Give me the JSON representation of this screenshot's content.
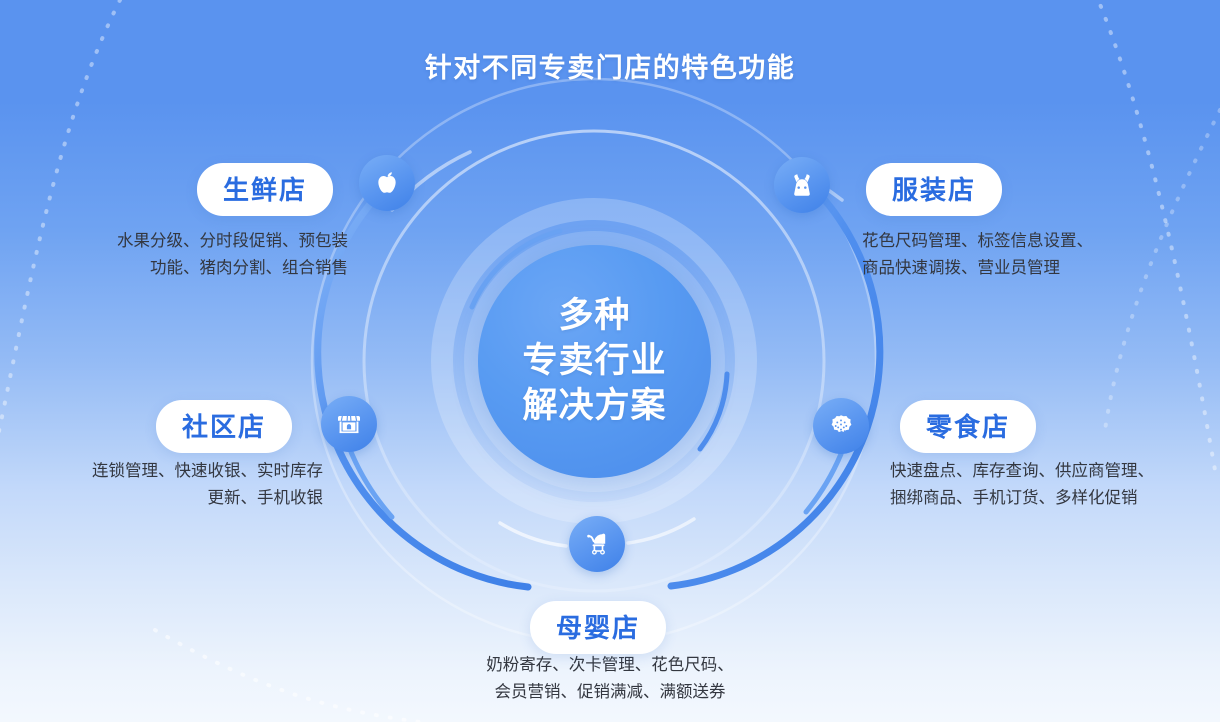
{
  "page": {
    "title": "针对不同专卖门店的特色功能",
    "accent_blue": "#2a6ce0",
    "bubble_blue": "#5a96f0",
    "bg_top": "#5a93ef",
    "bg_bottom": "#f3f8fe",
    "desc_color": "#333740"
  },
  "center": {
    "line1": "多种",
    "line2": "专卖行业",
    "line3": "解决方案"
  },
  "nodes": [
    {
      "id": "fresh",
      "icon": "apple-icon",
      "label": "生鲜店",
      "desc_line1": "水果分级、分时段促销、预包装",
      "desc_line2": "功能、猪肉分割、组合销售"
    },
    {
      "id": "clothing",
      "icon": "dress-icon",
      "label": "服装店",
      "desc_line1": "花色尺码管理、标签信息设置、",
      "desc_line2": "商品快速调拨、营业员管理"
    },
    {
      "id": "community",
      "icon": "storefront-icon",
      "label": "社区店",
      "desc_line1": "连锁管理、快速收银、实时库存",
      "desc_line2": "更新、手机收银"
    },
    {
      "id": "snack",
      "icon": "cookie-icon",
      "label": "零食店",
      "desc_line1": "快速盘点、库存查询、供应商管理、",
      "desc_line2": "捆绑商品、手机订货、多样化促销"
    },
    {
      "id": "baby",
      "icon": "stroller-icon",
      "label": "母婴店",
      "desc_line1": "奶粉寄存、次卡管理、花色尺码、",
      "desc_line2": "会员营销、促销满减、满额送券"
    }
  ]
}
